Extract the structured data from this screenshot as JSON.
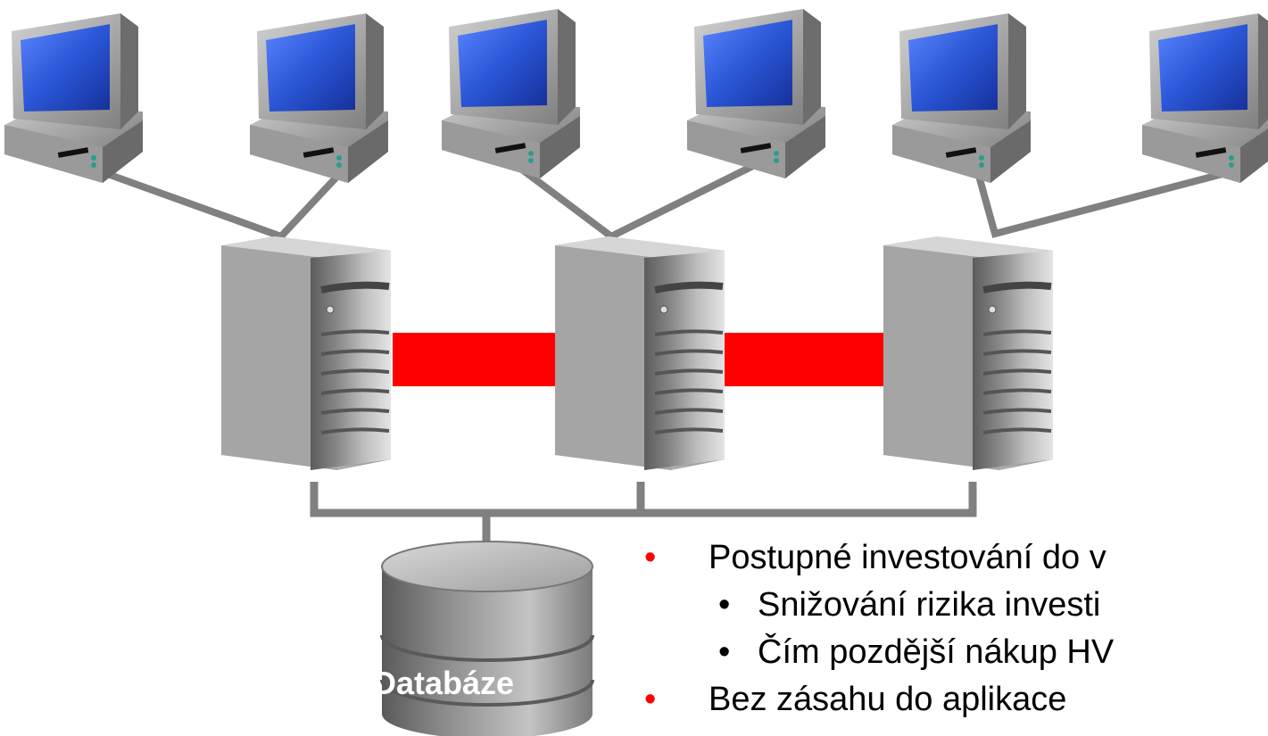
{
  "database": {
    "label": "Databáze"
  },
  "bullets": [
    {
      "level": 1,
      "text": "Postupné investování do v",
      "color": "#ff0000"
    },
    {
      "level": 2,
      "text": "Snižování rizika investi",
      "color": "#000000"
    },
    {
      "level": 2,
      "text": "Čím pozdější nákup HV",
      "color": "#000000"
    },
    {
      "level": 1,
      "text": "Bez zásahu do aplikace",
      "color": "#ff0000"
    }
  ],
  "colors": {
    "cluster_interconnect": "#ff0000",
    "network_line": "#808080",
    "monitor_screen": "#2a56d6"
  },
  "icons": [
    "workstation-icon",
    "server-icon",
    "database-icon"
  ]
}
